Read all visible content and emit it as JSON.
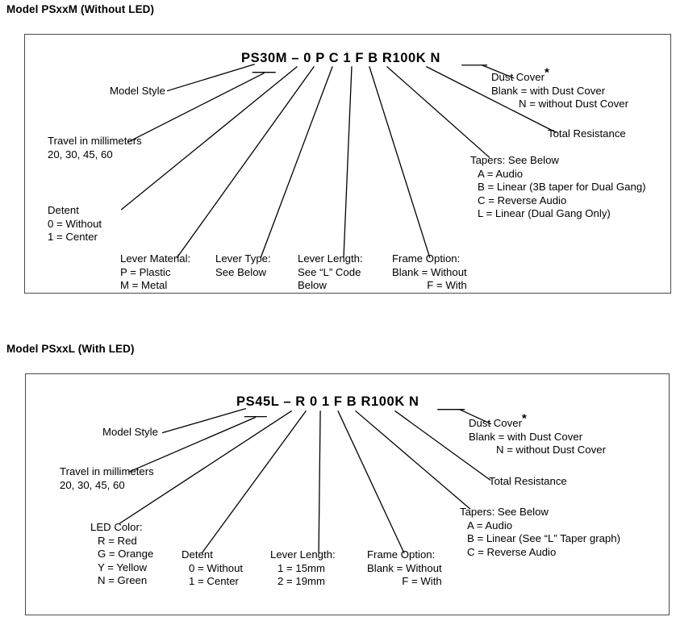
{
  "page": {
    "background": "#ffffff",
    "line_color": "#000000",
    "box_border_color": "#4a4a4a"
  },
  "diagrams": [
    {
      "id": "psxxm",
      "title": "Model PSxxM (Without LED)",
      "part_number": "PS30M – 0 P C 1 F B R100K N",
      "labels": {
        "model_style": "Model Style",
        "travel": [
          "Travel in millimeters",
          "20, 30, 45, 60"
        ],
        "detent": [
          "Detent",
          "0 = Without",
          "1 = Center"
        ],
        "lever_material": [
          "Lever Material:",
          "P = Plastic",
          "M = Metal"
        ],
        "lever_type": [
          "Lever Type:",
          "See Below"
        ],
        "lever_length": [
          "Lever Length:",
          "See “L” Code",
          "Below"
        ],
        "frame_option": [
          "Frame Option:",
          "Blank = Without",
          "F = With"
        ],
        "tapers": [
          "Tapers: See Below",
          "A = Audio",
          "B = Linear (3B taper for Dual Gang)",
          "C = Reverse Audio",
          "L = Linear (Dual Gang Only)"
        ],
        "dust_cover_title": "Dust Cover",
        "dust_cover_mark": "*",
        "dust_cover": [
          "Blank = with Dust Cover",
          "N = without Dust Cover"
        ],
        "total_resistance": "Total Resistance"
      }
    },
    {
      "id": "psxxl",
      "title": "Model PSxxL (With LED)",
      "part_number": "PS45L – R 0 1 F B R100K N",
      "labels": {
        "model_style": "Model Style",
        "travel": [
          "Travel in millimeters",
          "20, 30, 45, 60"
        ],
        "led_color": [
          "LED Color:",
          "R = Red",
          "G = Orange",
          "Y = Yellow",
          "N = Green"
        ],
        "detent": [
          "Detent",
          "0 = Without",
          "1 = Center"
        ],
        "lever_length": [
          "Lever Length:",
          "1 = 15mm",
          "2 = 19mm"
        ],
        "frame_option": [
          "Frame Option:",
          "Blank = Without",
          "F = With"
        ],
        "tapers": [
          "Tapers: See Below",
          "A = Audio",
          "B = Linear (See “L” Taper graph)",
          "C = Reverse Audio"
        ],
        "dust_cover_title": "Dust Cover",
        "dust_cover_mark": "*",
        "dust_cover": [
          "Blank = with Dust Cover",
          "N = without Dust Cover"
        ],
        "total_resistance": "Total Resistance"
      }
    }
  ]
}
